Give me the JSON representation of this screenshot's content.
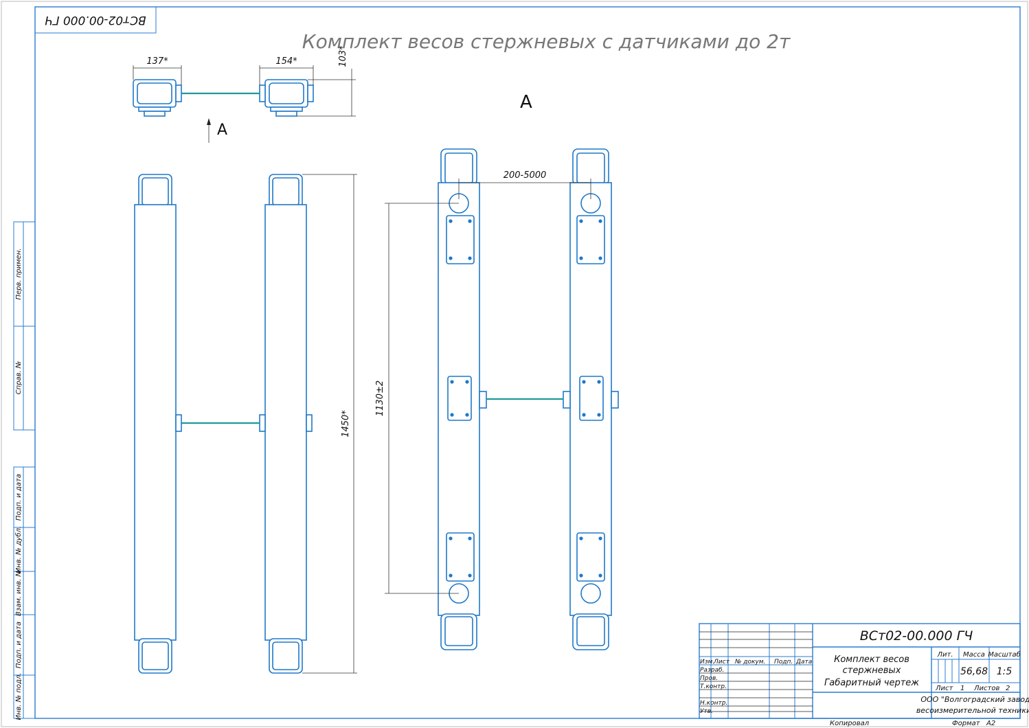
{
  "drawing": {
    "code_stamp": "ВСт02-00.000 ГЧ",
    "title": "Комплект весов стержневых с датчиками до 2т",
    "view_label": "А",
    "arrow_label": "А"
  },
  "dimensions": {
    "top_left_width": "137*",
    "top_right_width": "154*",
    "top_height": "103*",
    "span": "200-5000",
    "sensor_distance": "1130±2",
    "length": "1450*"
  },
  "side_labels": [
    "Перв. примен.",
    "Справ. №",
    "Подп. и дата",
    "Инв. № дубл.",
    "Взам. инв. №",
    "Подп. и дата",
    "Инв. № подл."
  ],
  "title_block": {
    "designation": "ВСт02-00.000 ГЧ",
    "name_line1": "Комплект весов",
    "name_line2": "стержневых",
    "name_line3": "Габаритный чертеж",
    "col_izm": "Изм.",
    "col_list": "Лист",
    "col_doc": "№ докум.",
    "col_sign": "Подп.",
    "col_date": "Дата",
    "row_razrab": "Разраб.",
    "row_prov": "Пров.",
    "row_tkontr": "Т.контр.",
    "row_nkontr": "Н.контр.",
    "row_utv": "Утв.",
    "lit_label": "Лит.",
    "mass_label": "Масса",
    "scale_label": "Масштаб",
    "mass": "56,68",
    "scale": "1:5",
    "sheet_label": "Лист",
    "sheet": "1",
    "sheets_label": "Листов",
    "sheets": "2",
    "org_line1": "ООО \"Волгоградский завод",
    "org_line2": "весоизмерительной техники\"",
    "copied": "Копировал",
    "format_label": "Формат",
    "format": "А2"
  }
}
